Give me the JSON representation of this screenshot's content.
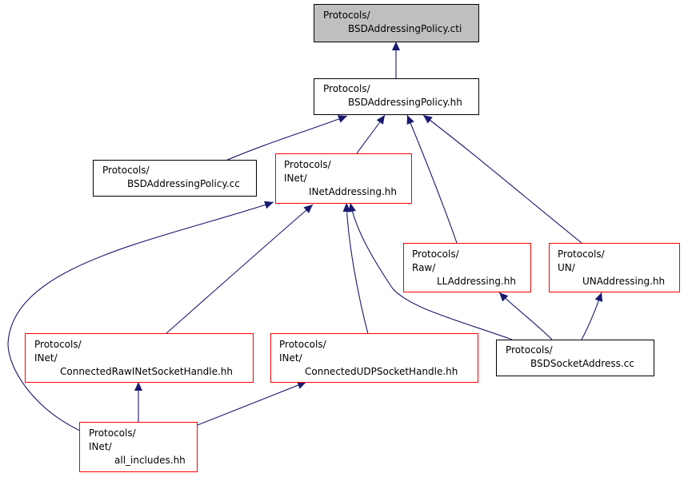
{
  "colors": {
    "edge": "#191970",
    "internal_border": "#ff0000",
    "plain_border": "#000000",
    "root_fill": "#bfbfbf"
  },
  "nodes": {
    "cti": {
      "lines": [
        "Protocols/",
        "BSDAddressingPolicy.cti"
      ]
    },
    "hh": {
      "lines": [
        "Protocols/",
        "BSDAddressingPolicy.hh"
      ]
    },
    "cc": {
      "lines": [
        "Protocols/",
        "BSDAddressingPolicy.cc"
      ]
    },
    "inet": {
      "lines": [
        "Protocols/",
        "INet/",
        "INetAddressing.hh"
      ]
    },
    "raw": {
      "lines": [
        "Protocols/",
        "Raw/",
        "LLAddressing.hh"
      ]
    },
    "un": {
      "lines": [
        "Protocols/",
        "UN/",
        "UNAddressing.hh"
      ]
    },
    "crawinet": {
      "lines": [
        "Protocols/",
        "INet/",
        "ConnectedRawINetSocketHandle.hh"
      ]
    },
    "cudp": {
      "lines": [
        "Protocols/",
        "INet/",
        "ConnectedUDPSocketHandle.hh"
      ]
    },
    "bsdsock": {
      "lines": [
        "Protocols/",
        "BSDSocketAddress.cc"
      ]
    },
    "allinc": {
      "lines": [
        "Protocols/",
        "INet/",
        "all_includes.hh"
      ]
    }
  }
}
